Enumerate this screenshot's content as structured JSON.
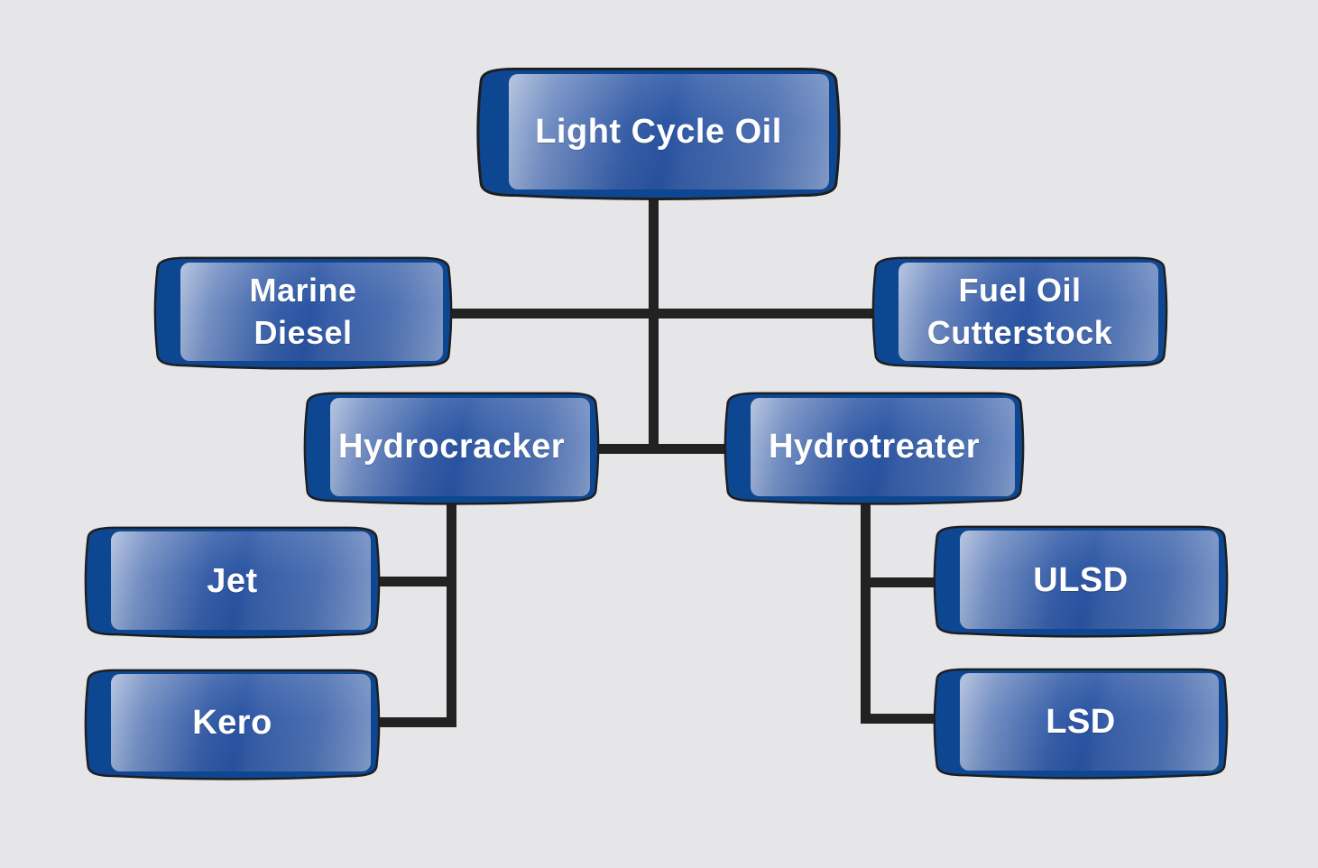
{
  "nodes": {
    "light_cycle_oil": {
      "label": "Light Cycle Oil"
    },
    "marine_diesel": {
      "line1": "Marine",
      "line2": "Diesel"
    },
    "fuel_oil_cutterstock": {
      "line1": "Fuel Oil",
      "line2": "Cutterstock"
    },
    "hydrocracker": {
      "label": "Hydrocracker"
    },
    "hydrotreater": {
      "label": "Hydrotreater"
    },
    "jet": {
      "label": "Jet"
    },
    "kero": {
      "label": "Kero"
    },
    "ulsd": {
      "label": "ULSD"
    },
    "lsd": {
      "label": "LSD"
    }
  },
  "colors": {
    "background": "#E6E6E8",
    "box_base": "#0E4791",
    "box_outline": "#1E1E20",
    "panel_base": "#2A54A3",
    "connector": "#222222",
    "label_text": "#FFFFFF"
  }
}
